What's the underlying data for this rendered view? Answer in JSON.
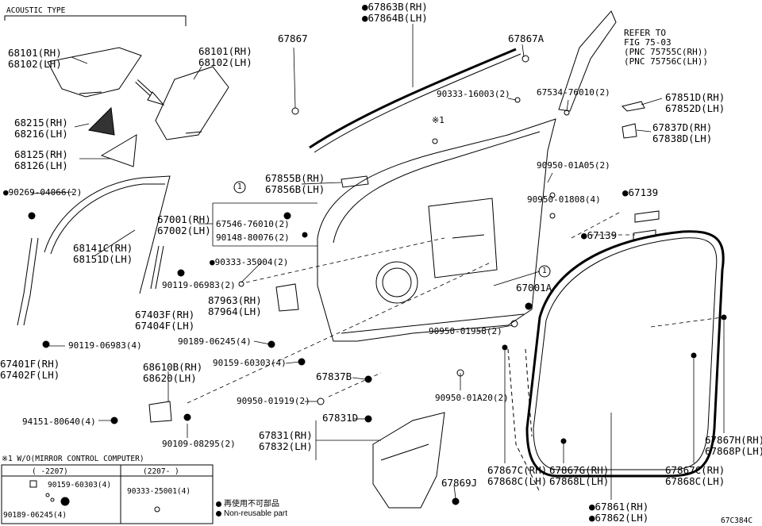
{
  "diagram": {
    "code": "67C384C",
    "acoustic_label": "ACOUSTIC TYPE",
    "refer": {
      "line1": "REFER TO",
      "line2": "FIG 75-03",
      "line3": "(PNC 75755C(RH))",
      "line4": "(PNC 75756C(LH))"
    },
    "callouts": {
      "g68101a": [
        "68101(RH)",
        "68102(LH)"
      ],
      "g68101b": [
        "68101(RH)",
        "68102(LH)"
      ],
      "g68215": [
        "68215(RH)",
        "68216(LH)"
      ],
      "g68125": [
        "68125(RH)",
        "68126(LH)"
      ],
      "p90269": "●90269-04066(2)",
      "g68141": [
        "68141C(RH)",
        "68151D(LH)"
      ],
      "g67001": [
        "67001(RH)",
        "67002(LH)"
      ],
      "p67546": "67546-76010(2)",
      "p90148": "90148-80076(2)",
      "g67863": [
        "●67863B(RH)",
        "●67864B(LH)"
      ],
      "p67867": "67867",
      "p67867A": "67867A",
      "p90333_16003": "90333-16003(2)",
      "p67534": "67534-76010(2)",
      "mark1": "※1",
      "g67855": [
        "67855B(RH)",
        "67856B(LH)"
      ],
      "g67851": [
        "67851D(RH)",
        "67852D(LH)"
      ],
      "g67837D": [
        "67837D(RH)",
        "67838D(LH)"
      ],
      "p90950_01A05": "90950-01A05(2)",
      "p90950_01808": "90950-01808(4)",
      "p67139a": "●67139",
      "p67139b": "●67139",
      "p90333_35004": "●90333-35004(2)",
      "p90119_a": "90119-06983(2)",
      "g87963": [
        "87963(RH)",
        "87964(LH)"
      ],
      "g67403": [
        "67403F(RH)",
        "67404F(LH)"
      ],
      "p67001A": "67001A",
      "p90119_b": "90119-06983(4)",
      "g67401": [
        "67401F(RH)",
        "67402F(LH)"
      ],
      "p90189_a": "90189-06245(4)",
      "p90159_a": "90159-60303(4)",
      "p90950_01958": "90950-01958(2)",
      "g68610": [
        "68610B(RH)",
        "68620(LH)"
      ],
      "p67837B": "67837B",
      "p90950_01919": "90950-01919(2)",
      "p90950_01A20": "90950-01A20(2)",
      "p94151": "94151-80640(4)",
      "p67831D": "67831D",
      "g67831": [
        "67831(RH)",
        "67832(LH)"
      ],
      "p90109": "90109-08295(2)",
      "p67869J": "67869J",
      "g67867C_a": [
        "67867C(RH)",
        "67868C(LH)"
      ],
      "g67867G": [
        "67867G(RH)",
        "67868L(LH)"
      ],
      "g67867C_b": [
        "67867C(RH)",
        "67868C(LH)"
      ],
      "g67867H": [
        "67867H(RH)",
        "67868P(LH)"
      ],
      "g67861": [
        "●67861(RH)",
        "●67862(LH)"
      ]
    },
    "table": {
      "title": "※1 W/O(MIRROR CONTROL COMPUTER)",
      "col1_head": "(      -2207)",
      "col2_head": "(2207-      )",
      "col1_parts": [
        "90159-60303(4)",
        "90189-06245(4)"
      ],
      "col2_parts": [
        "90333-25001(4)"
      ]
    },
    "legend": {
      "jp": "再使用不可部品",
      "en": "Non-reusable part"
    }
  }
}
